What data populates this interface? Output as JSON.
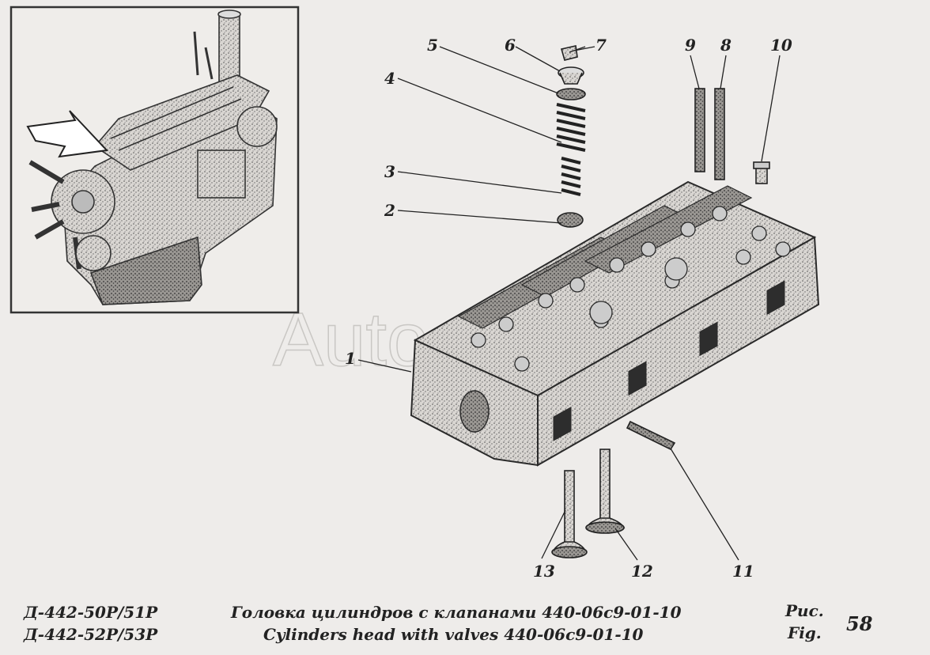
{
  "watermark": "Autoco",
  "callouts": {
    "c1": "1",
    "c2": "2",
    "c3": "3",
    "c4": "4",
    "c5": "5",
    "c6": "6",
    "c7": "7",
    "c8": "8",
    "c9": "9",
    "c10": "10",
    "c11": "11",
    "c12": "12",
    "c13": "13"
  },
  "footer": {
    "model_line1": "Д-442-50Р/51Р",
    "model_line2": "Д-442-52Р/53Р",
    "title_ru": "Головка цилиндров с клапанами 440-06с9-01-10",
    "title_en": "Cylinders head with valves 440-06с9-01-10",
    "fig_ru": "Рис.",
    "fig_en": "Fig.",
    "fig_number": "58"
  },
  "colors": {
    "background": "#eeecea",
    "ink": "#222222",
    "stipple": "#8a8886"
  }
}
